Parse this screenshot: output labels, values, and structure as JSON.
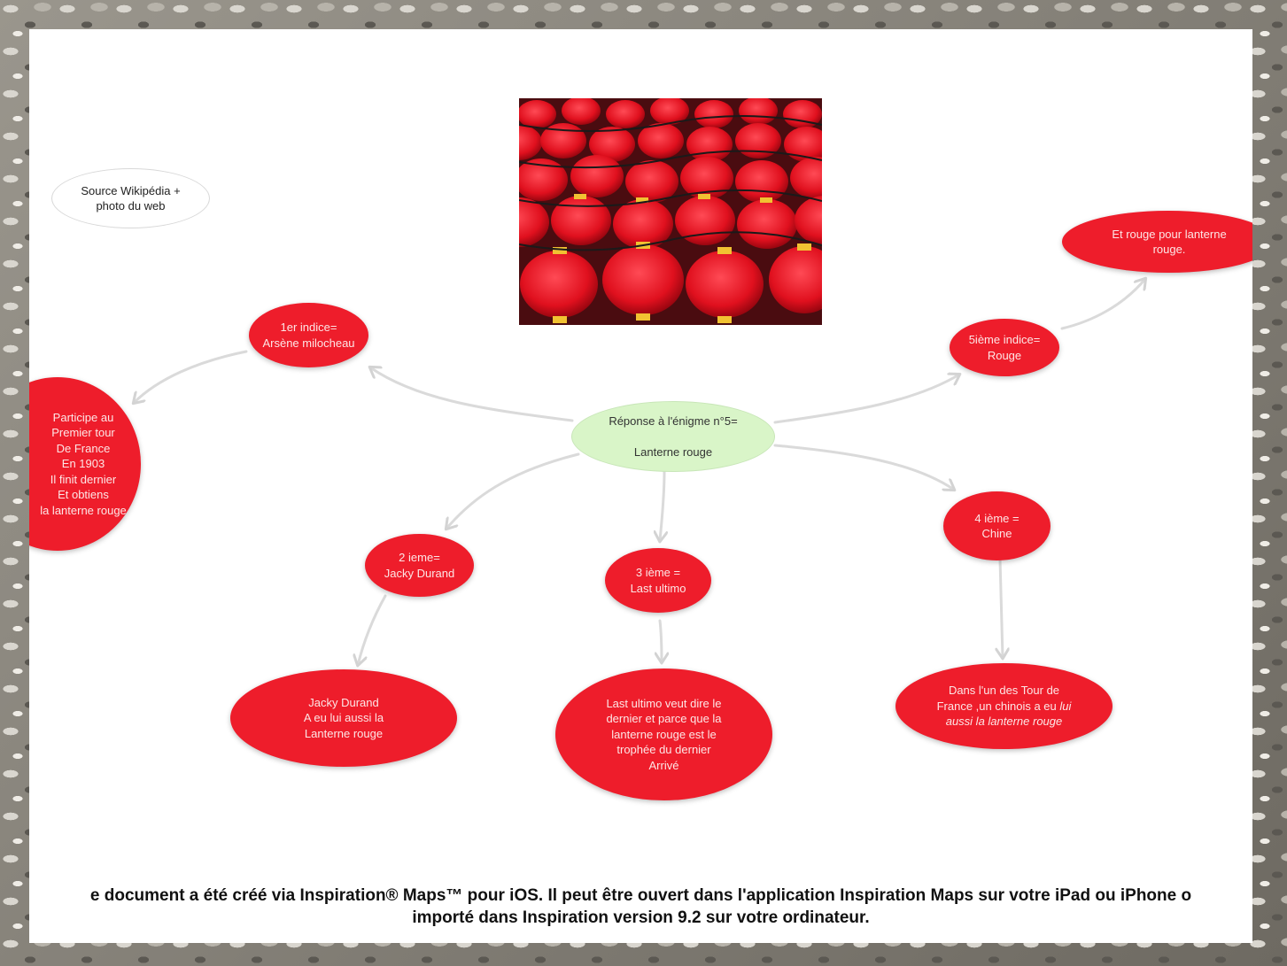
{
  "center": {
    "line1": "Réponse à l'énigme n°5=",
    "line2": "Lanterne rouge"
  },
  "source": {
    "text": "Source Wikipédia +\nphoto du web"
  },
  "clue1": {
    "text": "1er indice=\nArsène milocheau"
  },
  "clue1_detail": {
    "text": "Participe au\nPremier tour\nDe France\nEn 1903\nIl finit dernier\nEt obtiens\nla lanterne rouge"
  },
  "clue2": {
    "text": "2 ieme=\nJacky Durand"
  },
  "clue2_detail": {
    "text": "Jacky Durand\nA eu lui aussi la\nLanterne rouge"
  },
  "clue3": {
    "text": "3 ième =\nLast ultimo"
  },
  "clue3_detail": {
    "text": "Last ultimo veut dire le\ndernier et parce que la\nlanterne rouge est le\ntrophée du dernier\nArrivé"
  },
  "clue4": {
    "text": "4 ième =\nChine"
  },
  "clue4_detail": {
    "line1": "Dans l'un des Tour de",
    "line2_plain": "France ,un chinois a eu ",
    "line2_italic": "lui",
    "line3_italic": "aussi la lanterne rouge"
  },
  "clue5": {
    "text": "5ième indice=\nRouge"
  },
  "clue5_detail": {
    "text": "Et rouge pour lanterne\nrouge."
  },
  "photo": {
    "alt": "lanterns"
  },
  "footer": {
    "line1": "e document a été créé via Inspiration® Maps™ pour iOS. Il peut être ouvert dans l'application Inspiration Maps sur votre iPad ou iPhone o",
    "line2": "importé dans Inspiration version 9.2 sur votre ordinateur."
  },
  "colors": {
    "node_red": "#ee1d2b",
    "node_green": "#d9f5c8",
    "link": "#d6d6d6"
  }
}
